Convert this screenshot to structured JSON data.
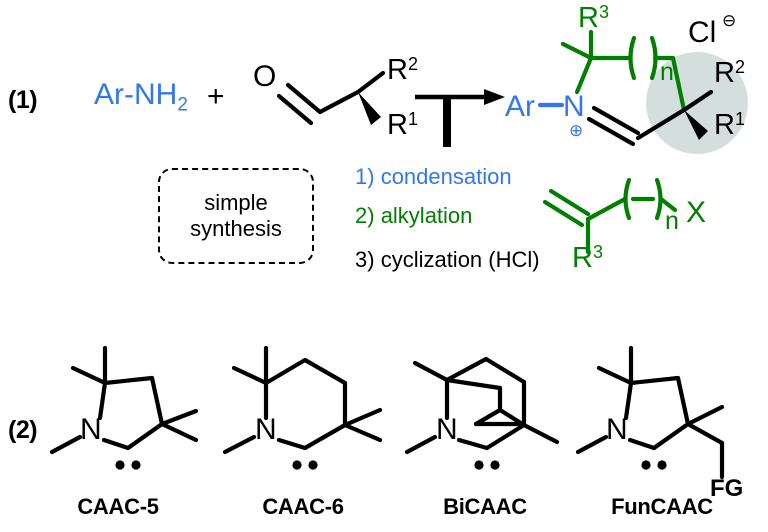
{
  "figure": {
    "type": "chemical-reaction-scheme",
    "colors": {
      "blue": "#3377ee",
      "green": "#007f00",
      "black": "#000000",
      "highlight_circle": "#d3dedd",
      "background": "#ffffff"
    }
  },
  "scheme1": {
    "number": "(1)",
    "reactant_amine": {
      "ar": "Ar",
      "dash": "-",
      "n": "N",
      "h": "H",
      "h_sub": "2",
      "full": "Ar-NH2"
    },
    "plus": "+",
    "reactant_aldehyde": {
      "oxygen": "O",
      "r2": "R",
      "r2_sup": "2",
      "r1": "R",
      "r1_sup": "1"
    },
    "conditions": [
      {
        "index": "1)",
        "label": "condensation",
        "color": "#3377ee"
      },
      {
        "index": "2)",
        "label": "alkylation",
        "color": "#007f00"
      },
      {
        "index": "3)",
        "label": "cyclization (HCl)",
        "color": "#000000"
      }
    ],
    "callout": {
      "line1": "simple",
      "line2": "synthesis"
    },
    "alkylating_agent": {
      "r3": "R",
      "r3_sup": "3",
      "paren_open": "(",
      "paren_close": ")",
      "n": "n",
      "x": "X"
    },
    "product": {
      "ar": "Ar",
      "n_atom": "N",
      "plus_charge": "⊕",
      "r3": "R",
      "r3_sup": "3",
      "paren_open": "(",
      "paren_close": ")",
      "n_repeat": "n",
      "r2": "R",
      "r2_sup": "2",
      "r1": "R",
      "r1_sup": "1",
      "counterion": "Cl",
      "counterion_charge": "⊖"
    }
  },
  "scheme2": {
    "number": "(2)",
    "compounds": [
      {
        "name": "CAAC-5",
        "n_atom": "N",
        "lone_pair": "••",
        "ring_size": 5
      },
      {
        "name": "CAAC-6",
        "n_atom": "N",
        "lone_pair": "••",
        "ring_size": 6
      },
      {
        "name": "BiCAAC",
        "n_atom": "N",
        "lone_pair": "••",
        "ring_size": "bicyclic"
      },
      {
        "name": "FunCAAC",
        "n_atom": "N",
        "lone_pair": "••",
        "ring_size": 5,
        "substituent": "FG"
      }
    ]
  }
}
